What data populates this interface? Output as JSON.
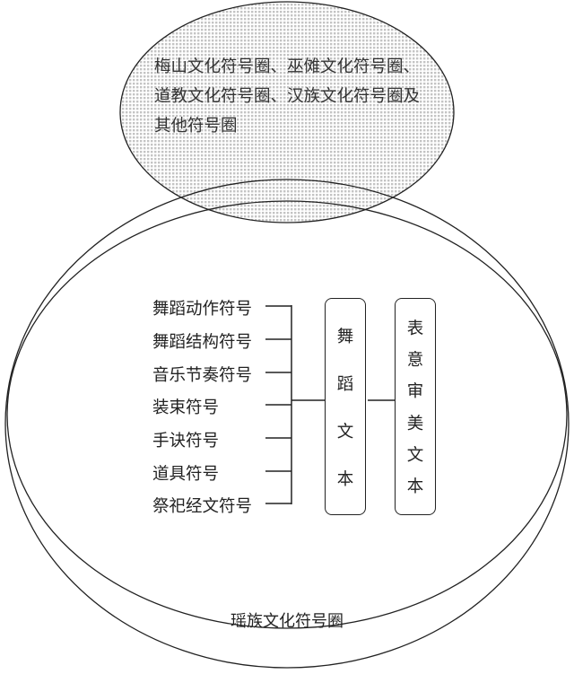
{
  "outer_circle": {
    "label": "瑶族文化符号圈"
  },
  "overlap_circle": {
    "label": "梅山文化符号圈、巫傩文化符号圈、道教文化符号圈、汉族文化符号圈及其他符号圈"
  },
  "symbols": [
    "舞蹈动作符号",
    "舞蹈结构符号",
    "音乐节奏符号",
    "装束符号",
    "手诀符号",
    "道具符号",
    "祭祀经文符号"
  ],
  "dance_text_box": [
    "舞",
    "蹈",
    "文",
    "本"
  ],
  "meaning_text_box": [
    "表",
    "意",
    "审",
    "美",
    "文",
    "本"
  ]
}
